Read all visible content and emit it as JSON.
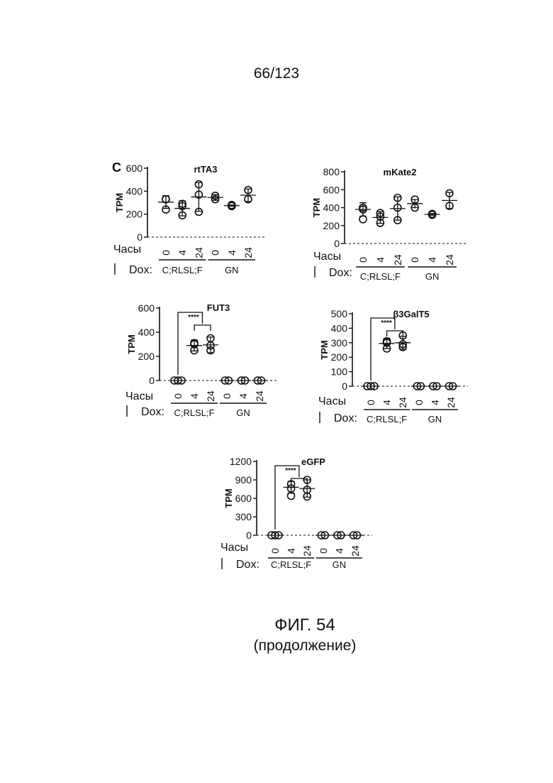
{
  "page_number": "66/123",
  "figure_caption": "ФИГ. 54",
  "figure_subcaption": "(продолжение)",
  "panel_letter": "C",
  "row_label_time": "Часы",
  "row_label_dox": "Dox:",
  "chart_data": [
    {
      "type": "scatter",
      "title": "rtTA3",
      "ylabel": "TPM",
      "ylim": [
        0,
        600
      ],
      "yticks": [
        "0",
        "200",
        "400",
        "600"
      ],
      "categories": [
        "0",
        "4",
        "24",
        "0",
        "4",
        "24"
      ],
      "groups": [
        "C;RLSL;F",
        "GN"
      ],
      "points": [
        [
          330,
          240,
          330
        ],
        [
          270,
          190,
          290
        ],
        [
          460,
          220,
          370
        ],
        [
          360,
          330
        ],
        [
          270,
          280
        ],
        [
          410,
          330
        ]
      ],
      "means": [
        305,
        250,
        350,
        345,
        275,
        365
      ],
      "errors": [
        55,
        65,
        125,
        25,
        5,
        55
      ]
    },
    {
      "type": "scatter",
      "title": "mKate2",
      "ylabel": "TPM",
      "ylim": [
        0,
        800
      ],
      "yticks": [
        "0",
        "200",
        "400",
        "600",
        "800"
      ],
      "categories": [
        "0",
        "4",
        "24",
        "0",
        "4",
        "24"
      ],
      "groups": [
        "C;RLSL;F",
        "GN"
      ],
      "points": [
        [
          400,
          270,
          380
        ],
        [
          340,
          230,
          300
        ],
        [
          510,
          260,
          400
        ],
        [
          490,
          400
        ],
        [
          320,
          330
        ],
        [
          560,
          420
        ]
      ],
      "means": [
        380,
        290,
        390,
        445,
        325,
        480
      ],
      "errors": [
        75,
        65,
        130,
        45,
        10,
        90
      ]
    },
    {
      "type": "scatter",
      "title": "FUT3",
      "ylabel": "TPM",
      "ylim": [
        0,
        600
      ],
      "yticks": [
        "0",
        "200",
        "400",
        "600"
      ],
      "categories": [
        "0",
        "4",
        "24",
        "0",
        "4",
        "24"
      ],
      "groups": [
        "C;RLSL;F",
        "GN"
      ],
      "points": [
        [
          0,
          0,
          0
        ],
        [
          310,
          250,
          300
        ],
        [
          350,
          250,
          290
        ],
        [
          0,
          0
        ],
        [
          0,
          0
        ],
        [
          0,
          0
        ]
      ],
      "means": [
        0,
        290,
        295,
        0,
        0,
        0
      ],
      "errors": [
        0,
        45,
        65,
        0,
        0,
        0
      ],
      "significance": "****"
    },
    {
      "type": "scatter",
      "title": "β3GalT5",
      "ylabel": "TPM",
      "ylim": [
        0,
        500
      ],
      "yticks": [
        "0",
        "100",
        "200",
        "300",
        "400",
        "500"
      ],
      "categories": [
        "0",
        "4",
        "24",
        "0",
        "4",
        "24"
      ],
      "groups": [
        "C;RLSL;F",
        "GN"
      ],
      "points": [
        [
          0,
          0,
          0
        ],
        [
          310,
          260,
          300
        ],
        [
          350,
          270,
          290
        ],
        [
          0,
          0
        ],
        [
          0,
          0
        ],
        [
          0,
          0
        ]
      ],
      "means": [
        0,
        295,
        300,
        0,
        0,
        0
      ],
      "errors": [
        0,
        35,
        45,
        0,
        0,
        0
      ],
      "significance": "****"
    },
    {
      "type": "scatter",
      "title": "eGFP",
      "ylabel": "TPM",
      "ylim": [
        0,
        1200
      ],
      "yticks": [
        "0",
        "300",
        "600",
        "900",
        "1200"
      ],
      "categories": [
        "0",
        "4",
        "24",
        "0",
        "4",
        "24"
      ],
      "groups": [
        "C;RLSL;F",
        "GN"
      ],
      "points": [
        [
          0,
          0,
          0
        ],
        [
          830,
          640,
          760
        ],
        [
          900,
          630,
          740
        ],
        [
          0,
          0
        ],
        [
          0,
          0
        ],
        [
          0,
          0
        ]
      ],
      "means": [
        0,
        780,
        760,
        0,
        0,
        0
      ],
      "errors": [
        0,
        95,
        140,
        0,
        0,
        0
      ],
      "significance": "****"
    }
  ]
}
